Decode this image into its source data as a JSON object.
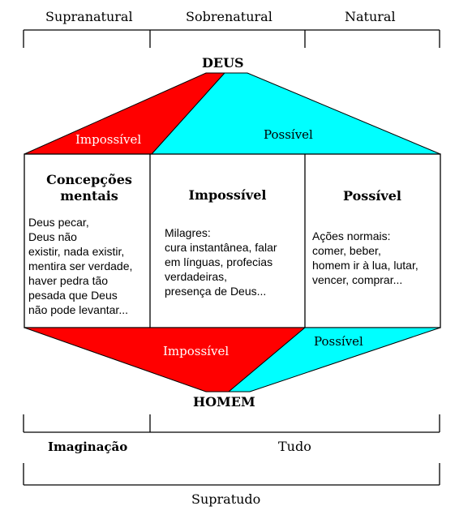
{
  "top_labels": [
    "Supranatural",
    "Sobrenatural",
    "Natural"
  ],
  "apex_top": "DEUS",
  "apex_bottom": "HOMEM",
  "upper_band": {
    "left_label": "Impossível",
    "right_label": "Possível"
  },
  "columns": [
    {
      "heading": "Concepções mentais",
      "body": [
        "Deus pecar,",
        "Deus não",
        "existir, nada existir,",
        "mentira ser verdade,",
        "haver pedra tão",
        "pesada que Deus",
        "não pode levantar..."
      ]
    },
    {
      "heading": "Impossível",
      "body": [
        "Milagres:",
        "cura instantânea, falar",
        "em línguas, profecias",
        "verdadeiras,",
        "presença de Deus..."
      ]
    },
    {
      "heading": "Possível",
      "body": [
        "Ações normais:",
        "comer, beber,",
        "homem ir à lua, lutar,",
        "vencer, comprar..."
      ]
    }
  ],
  "lower_band": {
    "left_label": "Impossível",
    "right_label": "Possível"
  },
  "bottom_labels": [
    "Imaginação",
    "Tudo"
  ],
  "footer_label": "Supratudo",
  "colors": {
    "impossible": "#ff0000",
    "possible": "#00ffff",
    "line": "#000000"
  }
}
